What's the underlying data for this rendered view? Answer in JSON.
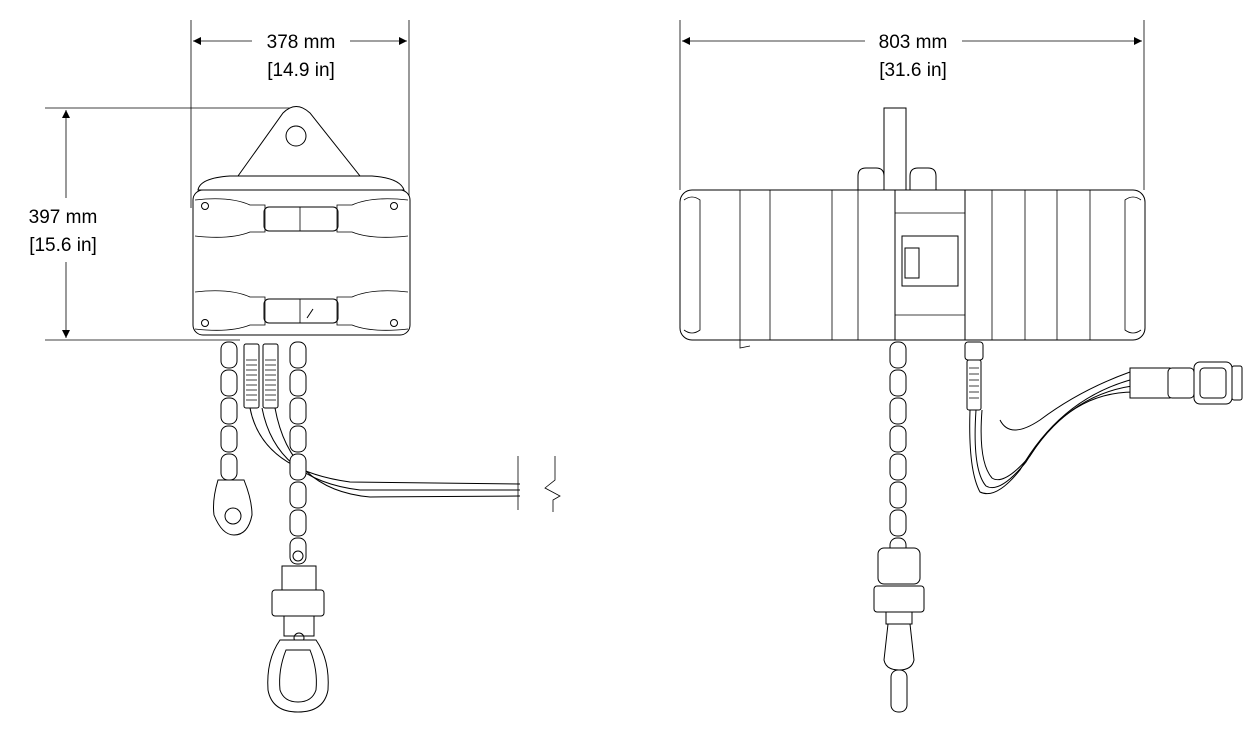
{
  "front_view": {
    "width_mm": "378 mm",
    "width_in": "[14.9 in]",
    "height_mm": "397 mm",
    "height_in": "[15.6 in]"
  },
  "side_view": {
    "width_mm": "803 mm",
    "width_in": "[31.6 in]"
  }
}
